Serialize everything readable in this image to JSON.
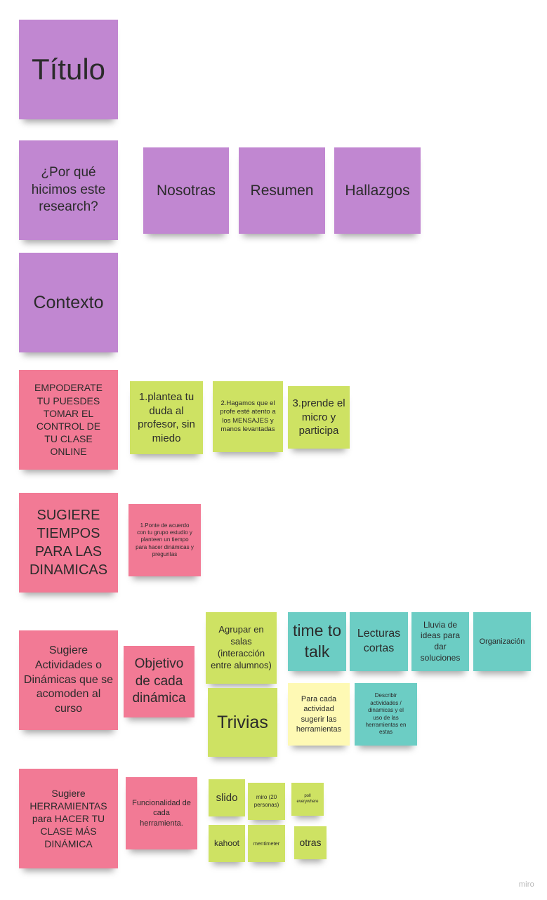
{
  "colors": {
    "purple": "#c187d1",
    "pink": "#f27a95",
    "lime": "#cee263",
    "teal": "#6ccdc4",
    "cream": "#fef9b4"
  },
  "notes": {
    "titulo": "Título",
    "por_que": "¿Por qué hicimos este research?",
    "nosotras": "Nosotras",
    "resumen": "Resumen",
    "hallazgos": "Hallazgos",
    "contexto": "Contexto",
    "empoderate": "EMPODERATE TU PUESDES TOMAR EL CONTROL DE TU CLASE ONLINE",
    "plantea": "1.plantea tu duda al profesor, sin miedo",
    "hagamos": "2.Hagamos que el profe esté atento a los MENSAJES y manos levantadas",
    "prende": "3.prende el micro y participa",
    "sugiere_tiempos": "SUGIERE TIEMPOS PARA LAS DINAMICAS",
    "ponte": "1.Ponte de acuerdo con tu grupo estudio y planteen un tiempo para hacer dinámicas y preguntas",
    "sugiere_actividades": "Sugiere Actividades o Dinámicas que se acomoden al curso",
    "objetivo": "Objetivo de cada dinámica",
    "agrupar": "Agrupar en salas (interacción entre alumnos)",
    "time_to_talk": "time to talk",
    "lecturas": "Lecturas cortas",
    "lluvia": "Lluvia de ideas para dar soluciones",
    "organizacion": "Organización",
    "trivias": "Trivias",
    "para_cada": "Para cada actividad sugerir las herramientas",
    "describir": "Describir actividades / dinamicas y el uso de las herramientas en estas",
    "sugiere_herramientas": "Sugiere HERRAMIENTAS para HACER TU CLASE MÁS DINÁMICA",
    "funcionalidad": "Funcionalidad de cada herramienta.",
    "slido": "slido",
    "miro": "miro (20 personas)",
    "poll": "poll everywhere",
    "kahoot": "kahoot",
    "mentimeter": "mentimeter",
    "otras": "otras"
  },
  "footer": {
    "logo": "miro"
  }
}
